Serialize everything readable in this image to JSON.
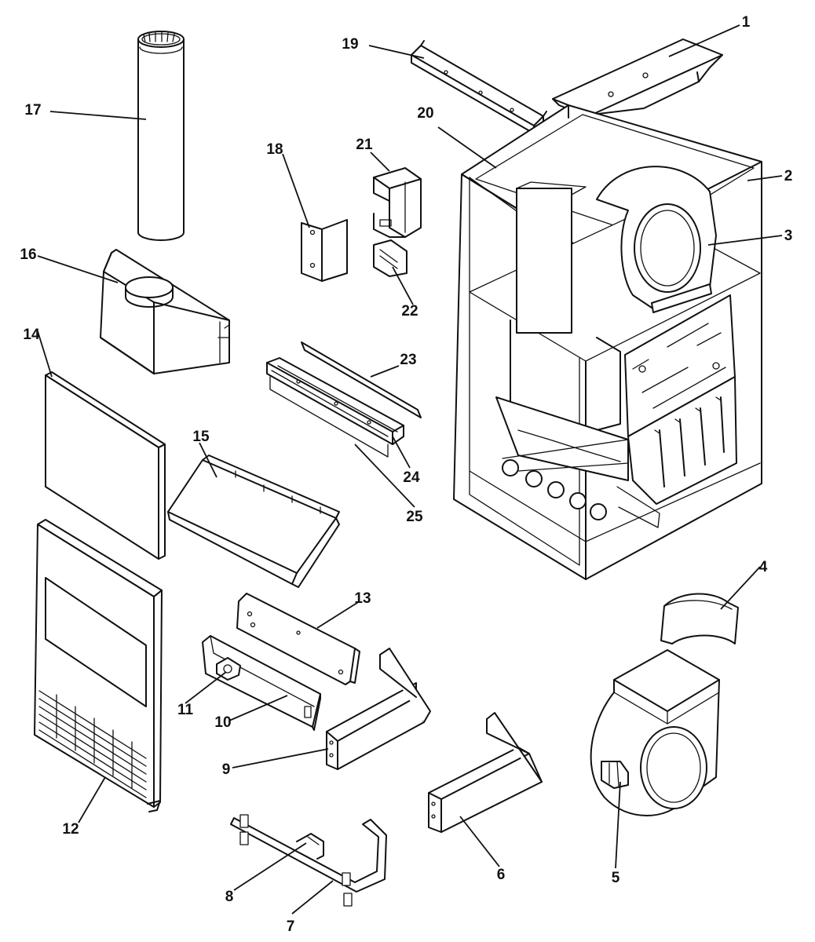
{
  "callouts": [
    {
      "number": "1",
      "part": "top-cover"
    },
    {
      "number": "2",
      "part": "cabinet"
    },
    {
      "number": "3",
      "part": "inducer-housing"
    },
    {
      "number": "4",
      "part": "blower-cutoff"
    },
    {
      "number": "5",
      "part": "blower-motor"
    },
    {
      "number": "6",
      "part": "blower-rail-right"
    },
    {
      "number": "7",
      "part": "gas-pipe"
    },
    {
      "number": "8",
      "part": "pipe-clip"
    },
    {
      "number": "9",
      "part": "blower-rail-left"
    },
    {
      "number": "10",
      "part": "control-bracket"
    },
    {
      "number": "11",
      "part": "control-switch"
    },
    {
      "number": "12",
      "part": "lower-door"
    },
    {
      "number": "13",
      "part": "mounting-plate"
    },
    {
      "number": "14",
      "part": "upper-door"
    },
    {
      "number": "15",
      "part": "burner-shelf"
    },
    {
      "number": "16",
      "part": "draft-hood"
    },
    {
      "number": "17",
      "part": "vent-pipe"
    },
    {
      "number": "18",
      "part": "bracket"
    },
    {
      "number": "19",
      "part": "top-rail"
    },
    {
      "number": "20",
      "part": "divider-panel"
    },
    {
      "number": "21",
      "part": "junction-box"
    },
    {
      "number": "22",
      "part": "junction-box-cover"
    },
    {
      "number": "23",
      "part": "burner-rod"
    },
    {
      "number": "24",
      "part": "burner-manifold"
    },
    {
      "number": "25",
      "part": "burner-bracket"
    }
  ],
  "line_color": "#111111",
  "background_color": "#ffffff"
}
